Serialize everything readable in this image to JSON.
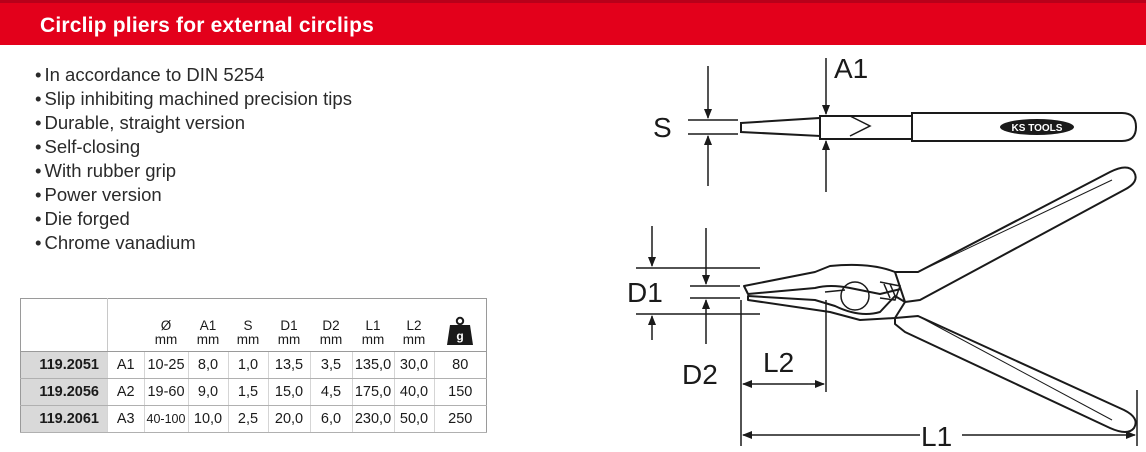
{
  "header": {
    "title": "Circlip pliers for external circlips"
  },
  "features": [
    "In accordance to DIN 5254",
    "Slip inhibiting machined precision tips",
    "Durable, straight version",
    "Self-closing",
    "With rubber grip",
    "Power version",
    "Die forged",
    "Chrome vanadium"
  ],
  "table": {
    "columns": [
      {
        "symbol": "",
        "unit": ""
      },
      {
        "symbol": "",
        "unit": ""
      },
      {
        "symbol": "Ø",
        "unit": "mm"
      },
      {
        "symbol": "A1",
        "unit": "mm"
      },
      {
        "symbol": "S",
        "unit": "mm"
      },
      {
        "symbol": "D1",
        "unit": "mm"
      },
      {
        "symbol": "D2",
        "unit": "mm"
      },
      {
        "symbol": "L1",
        "unit": "mm"
      },
      {
        "symbol": "L2",
        "unit": "mm"
      },
      {
        "symbol": "g",
        "unit": ""
      }
    ],
    "rows": [
      [
        "119.2051",
        "A1",
        "10-25",
        "8,0",
        "1,0",
        "13,5",
        "3,5",
        "135,0",
        "30,0",
        "80"
      ],
      [
        "119.2056",
        "A2",
        "19-60",
        "9,0",
        "1,5",
        "15,0",
        "4,5",
        "175,0",
        "40,0",
        "150"
      ],
      [
        "119.2061",
        "A3",
        "40-100",
        "10,0",
        "2,5",
        "20,0",
        "6,0",
        "230,0",
        "50,0",
        "250"
      ]
    ],
    "weight_icon": "weight-icon"
  },
  "diagram": {
    "labels": {
      "a1": "A1",
      "s": "S",
      "d1": "D1",
      "d2": "D2",
      "l2": "L2",
      "l1": "L1"
    },
    "logo_text": "KS TOOLS"
  }
}
